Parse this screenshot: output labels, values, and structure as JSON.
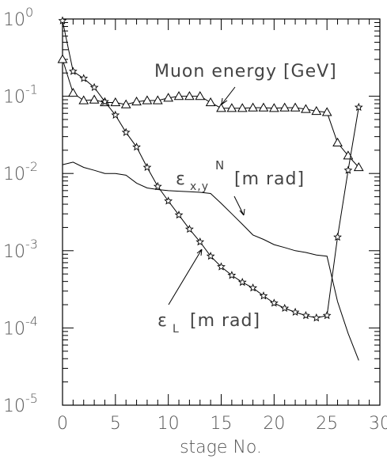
{
  "chart_data": {
    "type": "line",
    "title": "",
    "xlabel": "stage No.",
    "ylabel": "",
    "x_ticks": [
      "0",
      "5",
      "10",
      "15",
      "20",
      "25",
      "30"
    ],
    "y_ticks": [
      {
        "base": "10",
        "exp": "0"
      },
      {
        "base": "10",
        "exp": "-1"
      },
      {
        "base": "10",
        "exp": "-2"
      },
      {
        "base": "10",
        "exp": "-3"
      },
      {
        "base": "10",
        "exp": "-4"
      },
      {
        "base": "10",
        "exp": "-5"
      }
    ],
    "xlim": [
      0,
      30
    ],
    "ylim": [
      1e-05,
      1
    ],
    "yscale": "log",
    "grid": false,
    "annotations": {
      "muon": "Muon energy [GeV]",
      "eps_xy_sym": "ε",
      "eps_xy_sub": "x,y",
      "eps_xy_sup": "N",
      "eps_xy_unit": "[m rad]",
      "eps_l_sym": "ε",
      "eps_l_sub": "L",
      "eps_l_unit": "[m rad]"
    },
    "series": [
      {
        "name": "Muon energy [GeV]",
        "marker": "triangle",
        "x": [
          0,
          1,
          2,
          3,
          4,
          5,
          6,
          7,
          8,
          9,
          10,
          11,
          12,
          13,
          14,
          15,
          16,
          17,
          18,
          19,
          20,
          21,
          22,
          23,
          24,
          25,
          26,
          27,
          28
        ],
        "y": [
          0.3,
          0.11,
          0.088,
          0.09,
          0.083,
          0.083,
          0.078,
          0.085,
          0.088,
          0.088,
          0.095,
          0.1,
          0.1,
          0.1,
          0.083,
          0.07,
          0.07,
          0.07,
          0.071,
          0.071,
          0.07,
          0.071,
          0.071,
          0.068,
          0.064,
          0.062,
          0.025,
          0.017,
          0.012
        ]
      },
      {
        "name": "εx,y N [m rad]",
        "marker": "none",
        "x": [
          0,
          1,
          2,
          3,
          4,
          5,
          6,
          7,
          8,
          9,
          10,
          11,
          12,
          13,
          14,
          15,
          16,
          17,
          18,
          19,
          20,
          21,
          22,
          23,
          24,
          25,
          26,
          27,
          28
        ],
        "y": [
          0.013,
          0.014,
          0.012,
          0.011,
          0.01,
          0.01,
          0.0095,
          0.0075,
          0.0065,
          0.0062,
          0.006,
          0.0059,
          0.0058,
          0.0057,
          0.0055,
          0.0041,
          0.003,
          0.0022,
          0.0016,
          0.0014,
          0.0012,
          0.0011,
          0.001,
          0.00095,
          0.00088,
          0.00085,
          0.00022,
          8.5e-05,
          3.8e-05
        ]
      },
      {
        "name": "εL [m rad]",
        "marker": "star",
        "x": [
          0,
          1,
          2,
          3,
          4,
          5,
          6,
          7,
          8,
          9,
          10,
          11,
          12,
          13,
          14,
          15,
          16,
          17,
          18,
          19,
          20,
          21,
          22,
          23,
          24,
          25,
          26,
          27,
          28
        ],
        "y": [
          0.95,
          0.21,
          0.17,
          0.13,
          0.085,
          0.057,
          0.034,
          0.022,
          0.012,
          0.0068,
          0.0044,
          0.0029,
          0.0019,
          0.0013,
          0.00085,
          0.00062,
          0.00048,
          0.00039,
          0.00033,
          0.00026,
          0.00021,
          0.00018,
          0.00016,
          0.000145,
          0.000135,
          0.000145,
          0.0015,
          0.011,
          0.072
        ]
      }
    ]
  }
}
